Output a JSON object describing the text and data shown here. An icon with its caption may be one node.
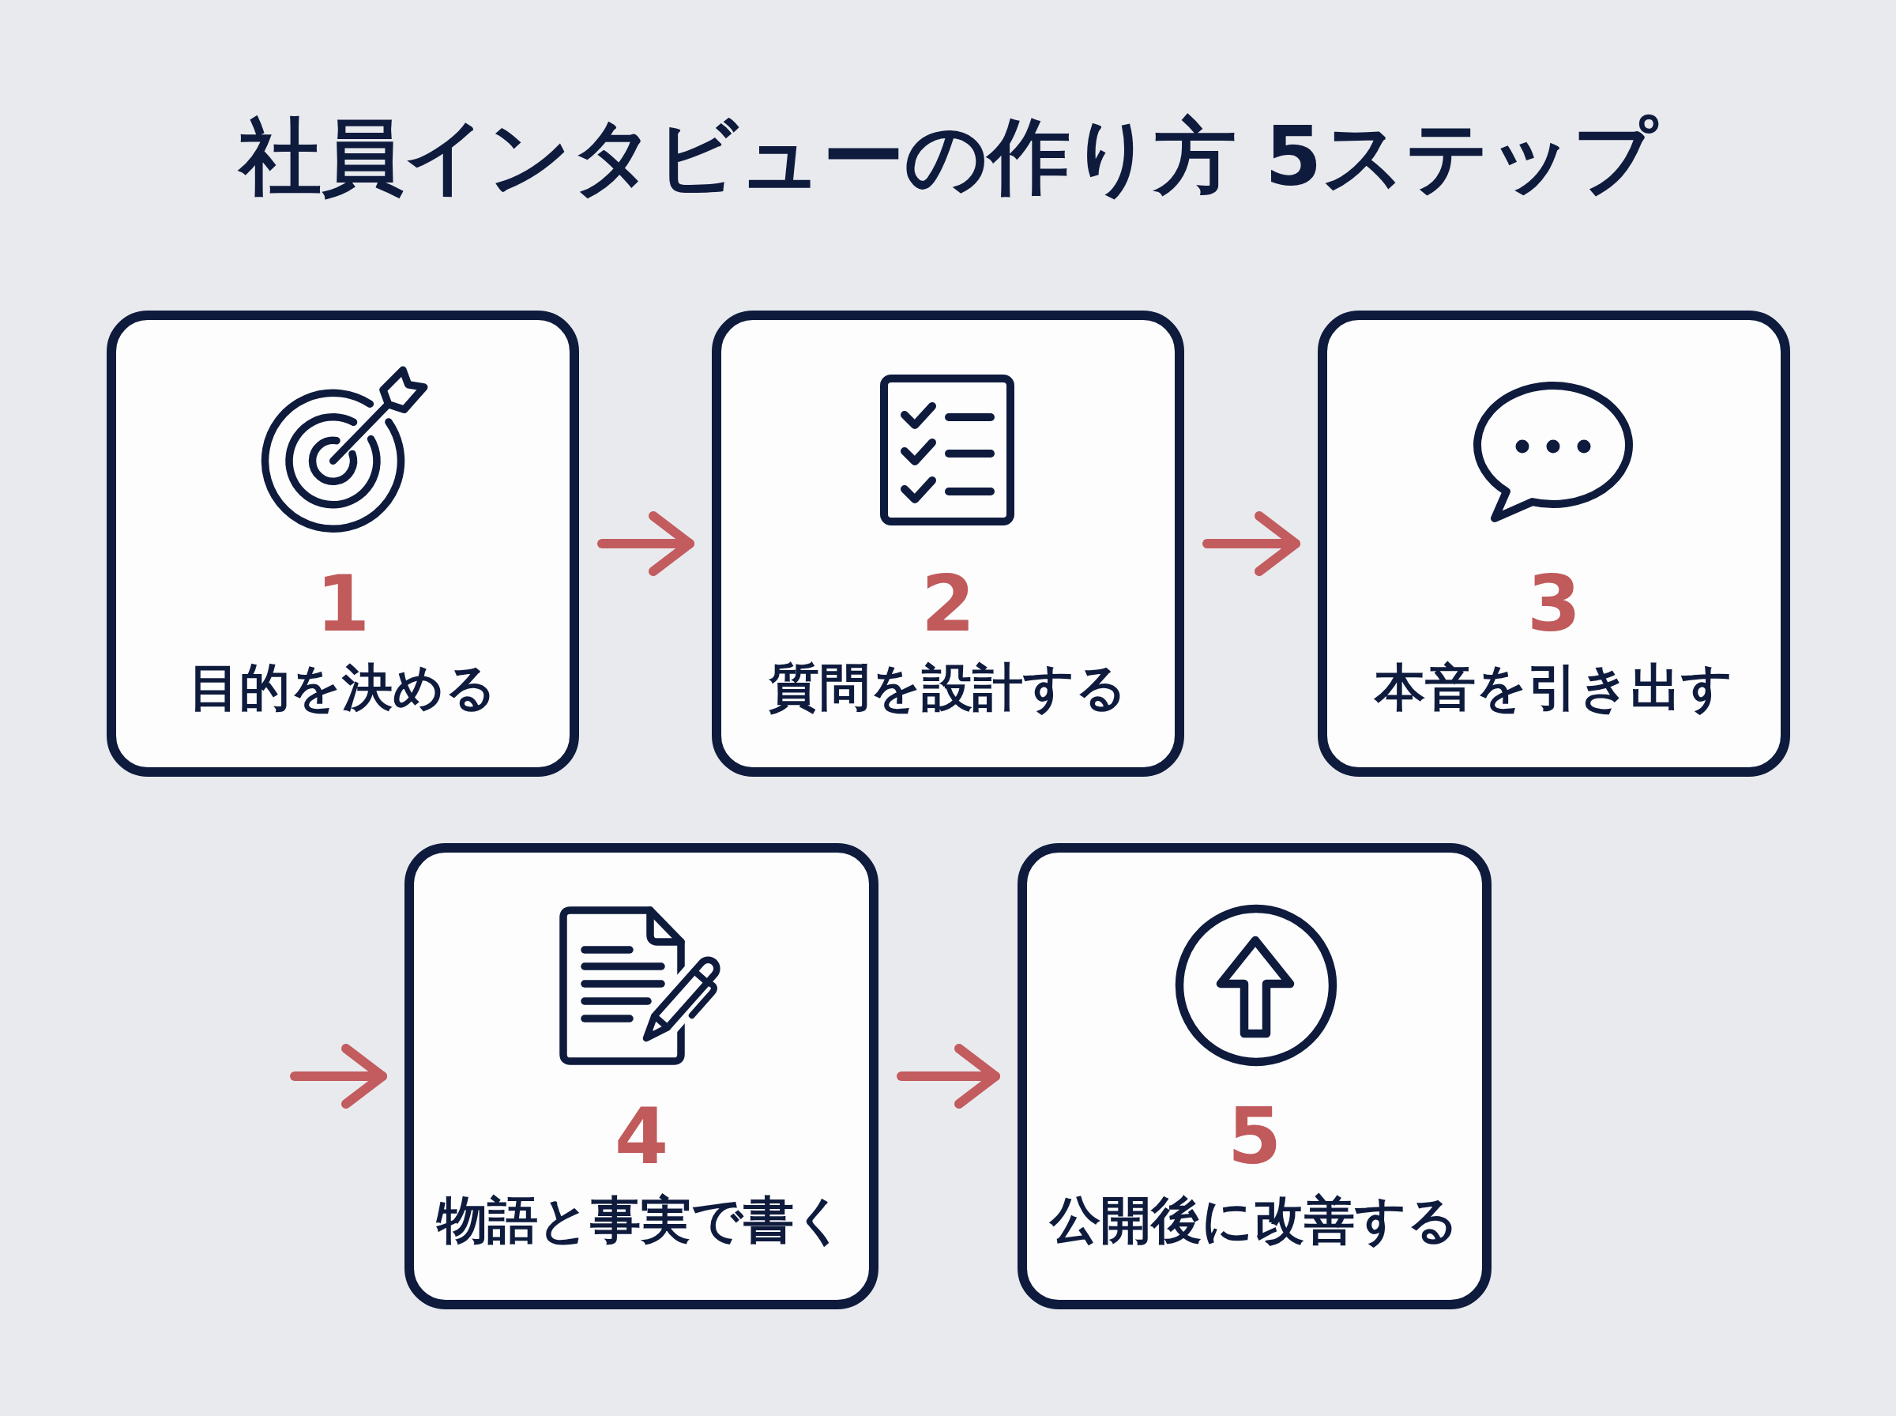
{
  "diagram": {
    "title": "社員インタビューの作り方 5ステップ",
    "nodes": [
      {
        "text": [
          "1",
          "目的を決める"
        ]
      },
      {
        "text": [
          "2",
          "質問を設計する"
        ]
      },
      {
        "text": [
          "3",
          "本音を引き出す"
        ]
      },
      {
        "text": [
          "4",
          "物語と事実で書く"
        ]
      },
      {
        "text": [
          "5",
          "公開後に改善する"
        ]
      }
    ],
    "edges": [
      {
        "from": 0,
        "to": 1,
        "arrow": "to"
      },
      {
        "from": 1,
        "to": 2,
        "arrow": "to"
      },
      {
        "from": null,
        "to": 3,
        "arrow": "to"
      },
      {
        "from": 3,
        "to": 4,
        "arrow": "to"
      }
    ]
  }
}
